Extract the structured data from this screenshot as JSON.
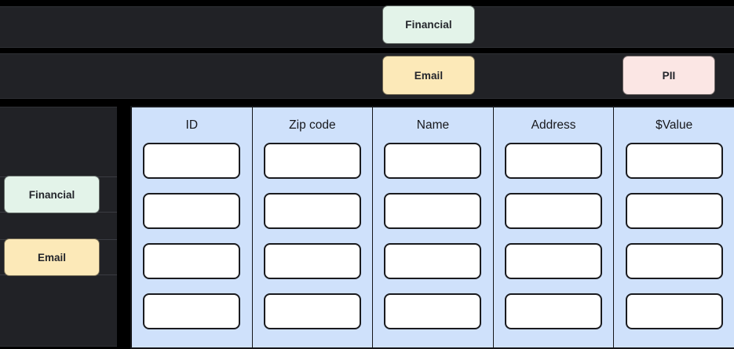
{
  "colors": {
    "page_background": "#000000",
    "row_background": "#212226",
    "sidebar_background": "#212226",
    "column_background": "#cfe1fb",
    "cell_background": "#ffffff",
    "border_dark": "#15161a",
    "tag_financial": "#e3f3e9",
    "tag_email": "#fce9b8",
    "tag_pii": "#fbe6e4"
  },
  "tag_rows": [
    {
      "row_name": "tag-row-1",
      "chips": [
        {
          "label": "Financial",
          "color": "#e3f3e9"
        }
      ]
    },
    {
      "row_name": "tag-row-2",
      "chips": [
        {
          "label": "Email",
          "color": "#fce9b8"
        },
        {
          "label": "PII",
          "color": "#fbe6e4"
        }
      ]
    }
  ],
  "sidebar": {
    "items": [
      {
        "label": "Financial",
        "color": "#e3f3e9"
      },
      {
        "label": "Email",
        "color": "#fce9b8"
      }
    ]
  },
  "table": {
    "columns": [
      {
        "header": "ID",
        "cells": [
          "",
          "",
          "",
          ""
        ]
      },
      {
        "header": "Zip code",
        "cells": [
          "",
          "",
          "",
          ""
        ]
      },
      {
        "header": "Name",
        "cells": [
          "",
          "",
          "",
          ""
        ]
      },
      {
        "header": "Address",
        "cells": [
          "",
          "",
          "",
          ""
        ]
      },
      {
        "header": "$Value",
        "cells": [
          "",
          "",
          "",
          ""
        ]
      }
    ],
    "row_count": 4,
    "column_count": 5
  }
}
